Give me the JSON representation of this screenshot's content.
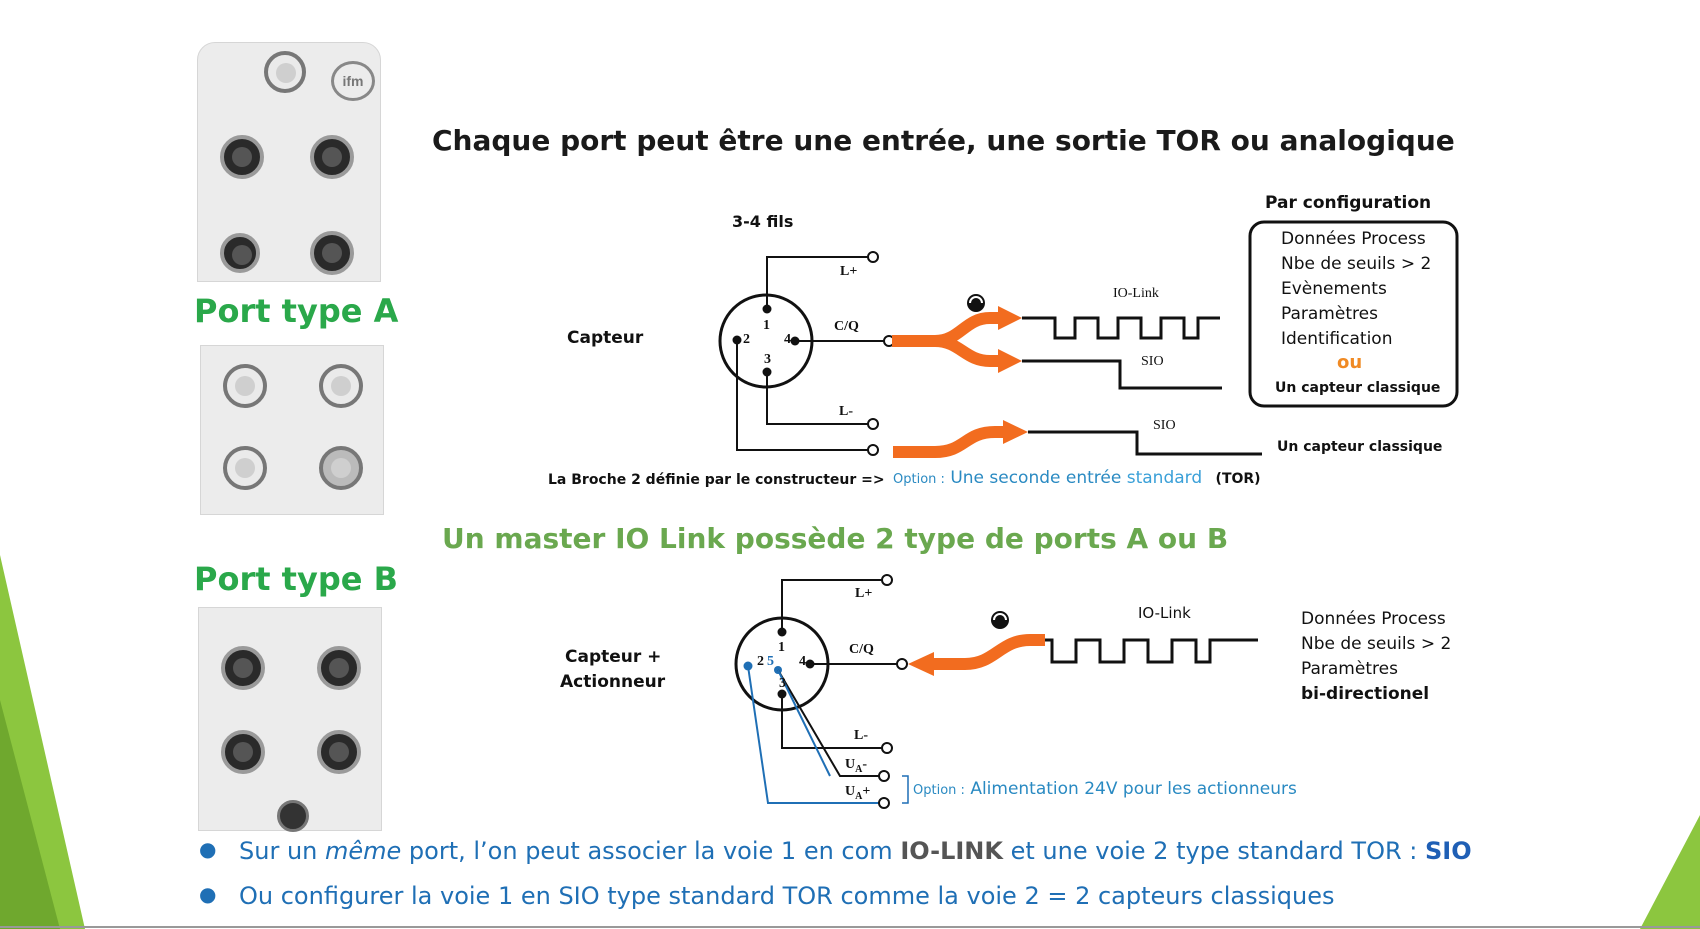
{
  "title": "Chaque port peut être une entrée, une sortie TOR ou analogique",
  "subtitle": "Un master IO Link possède 2 type de ports A  ou B",
  "device": {
    "brand": "ifm",
    "port_a_label": "Port type A",
    "port_b_label": "Port type B",
    "device_brand_color": "#2aa84a"
  },
  "diagram_a": {
    "wires_label": "3-4 fils",
    "sensor_label": "Capteur",
    "pin_1": "1",
    "pin_2": "2",
    "pin_3": "3",
    "pin_4": "4",
    "lplus": "L+",
    "cq": "C/Q",
    "lminus": "L-",
    "iolink": "IO-Link",
    "sio1": "SIO",
    "sio2": "SIO",
    "config_title": "Par configuration",
    "config_items": [
      "Données Process",
      "Nbe de seuils > 2",
      "Evènements",
      "Paramètres",
      "Identification"
    ],
    "config_or": "ou",
    "config_classic": "Un capteur classique",
    "classic_label": "Un capteur classique",
    "pin2_note": "La Broche 2 définie par le constructeur  =>",
    "option_prefix": "Option :",
    "option_text_a": "Une seconde entrée ",
    "option_text_b": "standard",
    "option_tor": "(TOR)"
  },
  "diagram_b": {
    "sensor_label_1": "Capteur +",
    "sensor_label_2": "Actionneur",
    "pin_1": "1",
    "pin_2": "2",
    "pin_5": "5",
    "pin_3": "3",
    "pin_4": "4",
    "lplus": "L+",
    "cq": "C/Q",
    "lminus": "L-",
    "ua_minus": "U",
    "ua_minus_sub": "A",
    "ua_minus_sign": "-",
    "ua_plus": "U",
    "ua_plus_sub": "A",
    "ua_plus_sign": "+",
    "iolink": "IO-Link",
    "items": [
      "Données Process",
      "Nbe de seuils > 2",
      "Paramètres"
    ],
    "bidir": "bi-directionel",
    "option_prefix": "Option :",
    "option_text": "Alimentation 24V pour les actionneurs"
  },
  "bullets": {
    "b1_part1": "Sur un ",
    "b1_em": "même",
    "b1_part2": " port, l’on peut associer la voie 1 en com ",
    "b1_iolink": "IO-LINK",
    "b1_part3": " et une voie 2 type standard TOR : ",
    "b1_sio": "SIO",
    "b2": "Ou configurer la voie 1 en SIO type standard TOR comme la voie 2 = 2 capteurs classiques"
  },
  "colors": {
    "accent_green": "#8cc63f",
    "arrow_orange": "#f26c1f",
    "text_blue": "#1f6fb5",
    "option_blue": "#2a8ac2",
    "or_orange": "#f08a24"
  }
}
